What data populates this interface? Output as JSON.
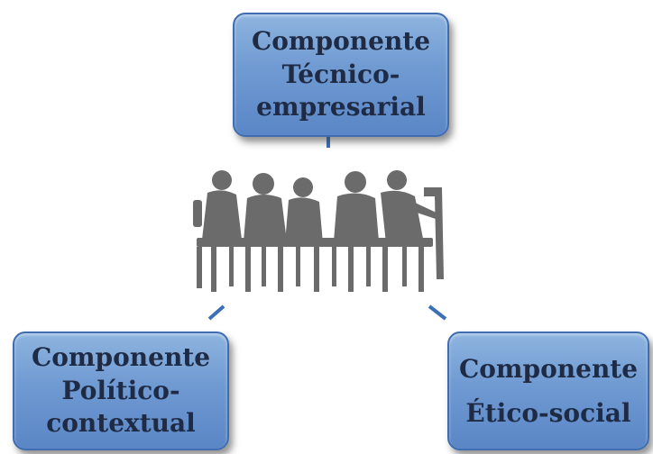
{
  "components": {
    "top": {
      "line1": "Componente",
      "line2": "Técnico-",
      "line3": "empresarial"
    },
    "left": {
      "line1": "Componente",
      "line2": "Político-",
      "line3": "contextual"
    },
    "right": {
      "line1": "Componente",
      "line2": "Ético-social"
    }
  },
  "colors": {
    "box_fill": "#6f9ad2",
    "box_border": "#3f6db0",
    "text": "#1f2b45",
    "connector": "#3b6fb6",
    "silhouette": "#6b6b6b"
  },
  "icons": {
    "center": "meeting-people-silhouette-icon"
  }
}
